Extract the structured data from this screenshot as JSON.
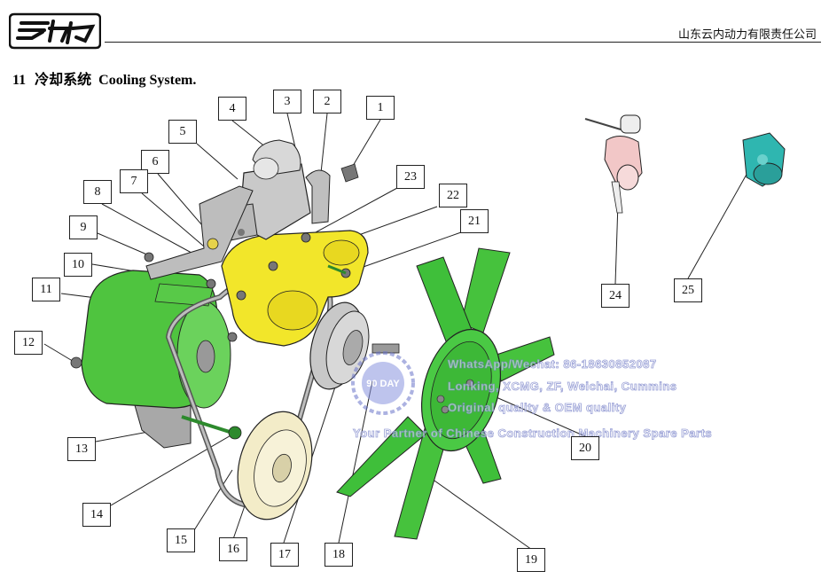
{
  "header": {
    "company": "山东云内动力有限责任公司"
  },
  "section": {
    "number": "11",
    "title_cn": "冷却系统",
    "title_en": "Cooling System."
  },
  "callouts": [
    {
      "label": "1"
    },
    {
      "label": "2"
    },
    {
      "label": "3"
    },
    {
      "label": "4"
    },
    {
      "label": "5"
    },
    {
      "label": "6"
    },
    {
      "label": "7"
    },
    {
      "label": "8"
    },
    {
      "label": "9"
    },
    {
      "label": "10"
    },
    {
      "label": "11"
    },
    {
      "label": "12"
    },
    {
      "label": "13"
    },
    {
      "label": "14"
    },
    {
      "label": "15"
    },
    {
      "label": "16"
    },
    {
      "label": "17"
    },
    {
      "label": "18"
    },
    {
      "label": "19"
    },
    {
      "label": "20"
    },
    {
      "label": "21"
    },
    {
      "label": "22"
    },
    {
      "label": "23"
    },
    {
      "label": "24"
    },
    {
      "label": "25"
    }
  ],
  "watermark": {
    "line1": "WhatsApp/Wechat: 86-18630852087",
    "line2": "Lonking, XCMG, ZF, Weichai, Cummins",
    "line3": "Original quality & OEM quality",
    "line4": "Your Partner of Chinese Construction Machinery Spare Parts"
  },
  "colors": {
    "alternator": "#4fc43f",
    "fan": "#3fbf3a",
    "pump": "#f2e62a",
    "housing": "#c9c9c9",
    "pulley": "#f3ecc8",
    "sensor": "#2fb6b0",
    "fitting": "#f2c7c7"
  }
}
